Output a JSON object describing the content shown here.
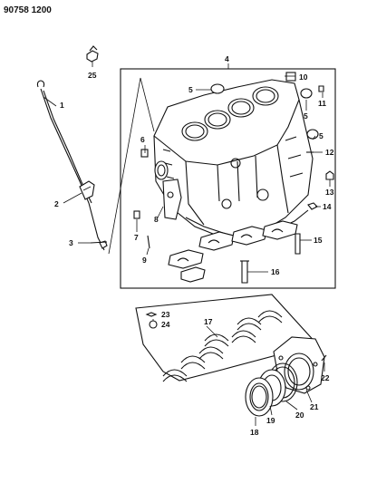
{
  "diagram": {
    "code": "90758 1200",
    "labels": [
      "1",
      "2",
      "3",
      "4",
      "5",
      "5",
      "6",
      "7",
      "8",
      "9",
      "10",
      "11",
      "12",
      "13",
      "14",
      "15",
      "16",
      "17",
      "18",
      "19",
      "20",
      "21",
      "22",
      "23",
      "24",
      "25"
    ]
  }
}
